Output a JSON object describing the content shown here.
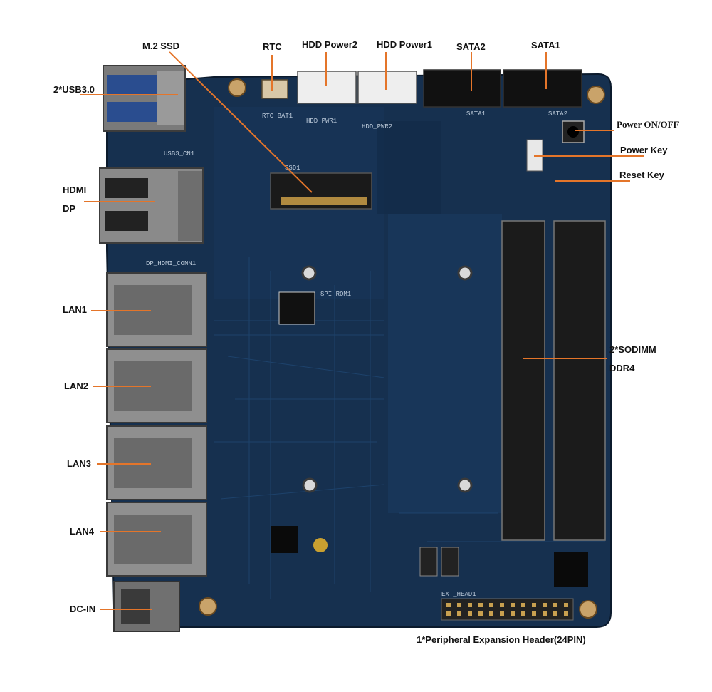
{
  "colors": {
    "pcb": "#16304f",
    "pcb_dark": "#0e2238",
    "trace": "#1f4470",
    "metal": "#8c8c8c",
    "metal_dark": "#5a5a5a",
    "leader": "#e4752a",
    "label": "#111111",
    "background": "#ffffff"
  },
  "icons": {
    "mounting_hole": "screw-hole-icon",
    "usb_port": "usb-port-icon",
    "rj45_port": "rj45-port-icon"
  },
  "silkscreen": {
    "usb": "USB3_CN1",
    "hdmi_dp": "DP_HDMI_CONN1",
    "spi_rom": "SPI_ROM1",
    "ssd": "SSD1",
    "ext_head": "EXT_HEAD1",
    "sata1": "SATA1",
    "sata2": "SATA2",
    "rtc": "RTC_BAT1",
    "hdd1": "HDD_PWR1",
    "hdd2": "HDD_PWR2"
  },
  "labels": {
    "m2_ssd": "M.2 SSD",
    "rtc": "RTC",
    "hdd_power2": "HDD Power2",
    "hdd_power1": "HDD Power1",
    "sata2": "SATA2",
    "sata1": "SATA1",
    "usb30": "2*USB3.0",
    "power_onoff": "Power  ON/OFF",
    "power_key": "Power Key",
    "reset_key": "Reset Key",
    "hdmi": "HDMI",
    "dp": "DP",
    "lan1": "LAN1",
    "lan2": "LAN2",
    "lan3": "LAN3",
    "lan4": "LAN4",
    "sodimm": "2*SODIMM",
    "ddr4": "DDR4",
    "dc_in": "DC-IN",
    "expansion": "1*Peripheral Expansion Header(24PIN)"
  }
}
